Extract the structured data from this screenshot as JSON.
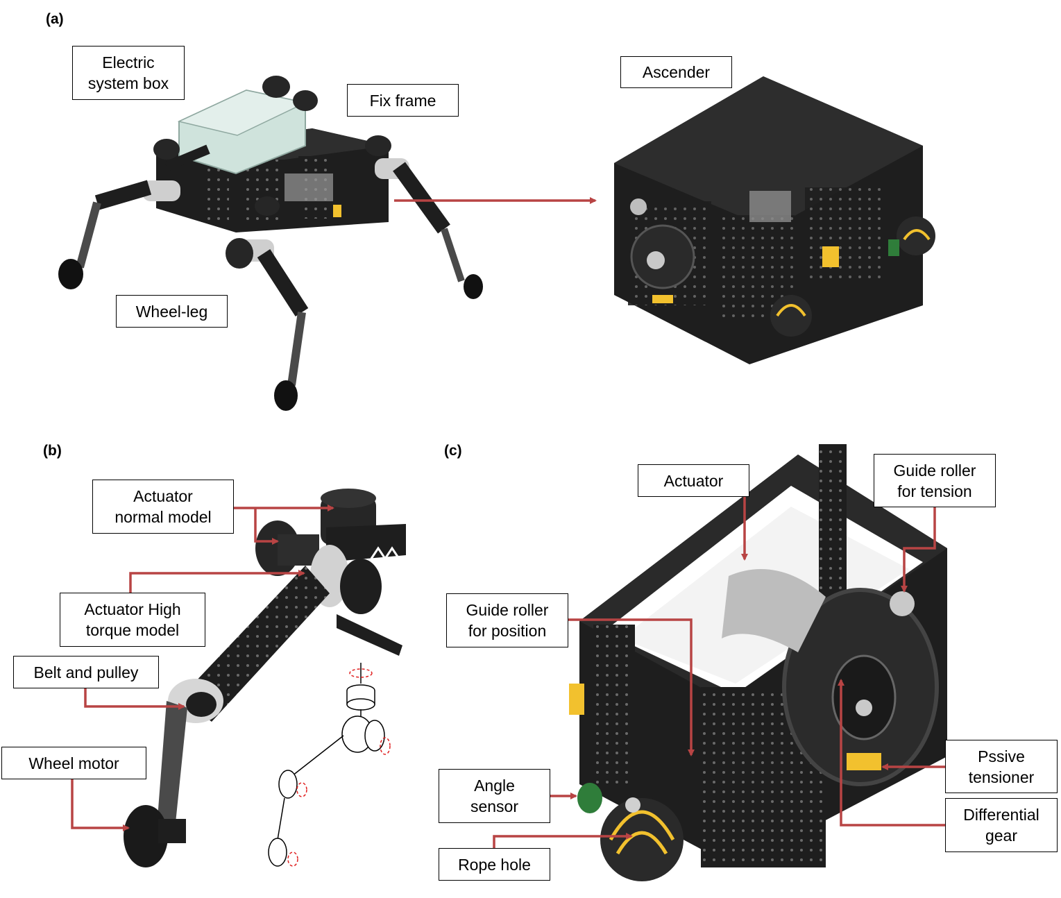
{
  "panels": {
    "a": "(a)",
    "b": "(b)",
    "c": "(c)"
  },
  "labels": {
    "electric_system_box": "Electric\nsystem box",
    "fix_frame": "Fix frame",
    "ascender": "Ascender",
    "wheel_leg": "Wheel-leg",
    "actuator_normal_model": "Actuator\nnormal model",
    "actuator_high_torque_model": "Actuator High\ntorque model",
    "belt_and_pulley": "Belt and pulley",
    "wheel_motor": "Wheel motor",
    "actuator": "Actuator",
    "guide_roller_for_tension": "Guide roller\nfor tension",
    "guide_roller_for_position": "Guide roller\nfor position",
    "pssive_tensioner": "Pssive\ntensioner",
    "differential_gear": "Differential\ngear",
    "angle_sensor": "Angle\nsensor",
    "rope_hole": "Rope hole"
  },
  "colors": {
    "arrow": "#b84444",
    "frame": "#1e1e1e",
    "frame_light": "#3a3a3a",
    "box": "#cfe3dc",
    "accent_yellow": "#f2c12e",
    "accent_green": "#2f7d3a",
    "silver": "#c9c9c9",
    "schematic_red": "#e02020"
  }
}
